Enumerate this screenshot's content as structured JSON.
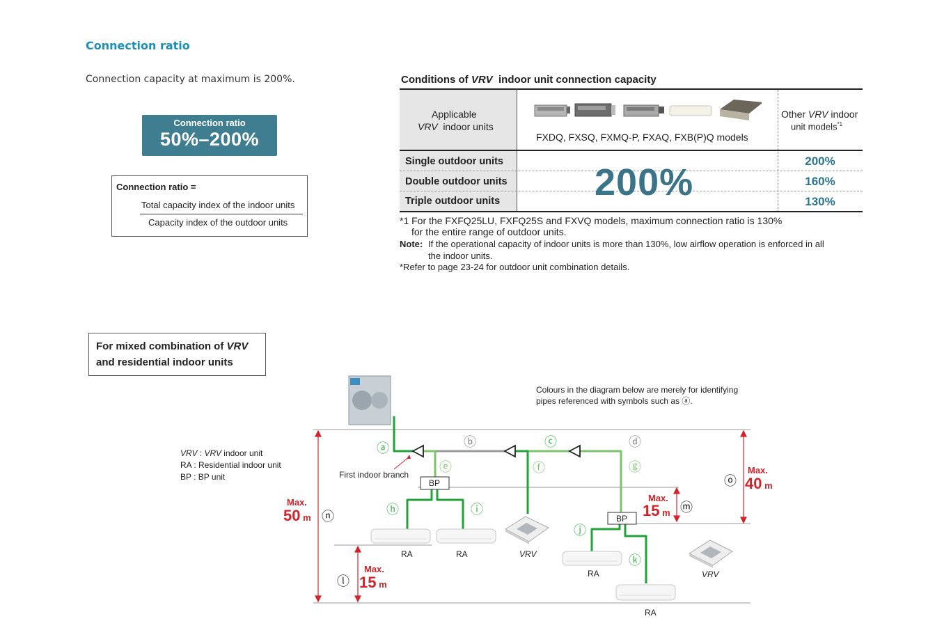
{
  "page": {
    "title": "Connection ratio",
    "intro": "Connection capacity at maximum is 200%."
  },
  "badge": {
    "label": "Connection ratio",
    "value": "50%–200%"
  },
  "formula": {
    "heading": "Connection ratio =",
    "numerator": "Total capacity index of the indoor units",
    "denominator": "Capacity index of the outdoor units"
  },
  "conditions": {
    "title": "Conditions of VRV indoor unit connection capacity",
    "header": {
      "applicable_line1": "Applicable",
      "applicable_line2": "VRV indoor units",
      "models": "FXDQ, FXSQ, FXMQ-P, FXAQ, FXB(P)Q models",
      "other_line1": "Other VRV indoor",
      "other_line2": "unit models*1"
    },
    "rows": [
      {
        "label": "Single outdoor units",
        "other": "200%"
      },
      {
        "label": "Double outdoor units",
        "other": "160%"
      },
      {
        "label": "Triple outdoor units",
        "other": "130%"
      }
    ],
    "main_value": "200%",
    "footnote1_line1": "*1 For the FXFQ25LU, FXFQ25S and FXVQ models, maximum connection ratio is 130%",
    "footnote1_line2": "for the entire range of outdoor units.",
    "note_label": "Note:",
    "note_line1": "If the operational capacity of indoor units is more than 130%, low airflow operation is  enforced in all",
    "note_line2": "the indoor units.",
    "refer": "*Refer to page 23-24 for outdoor unit combination details."
  },
  "mixed": {
    "line1": "For mixed combination of VRV",
    "line2": "and residential indoor units"
  },
  "diagram": {
    "colours_note_line1": "Colours in the diagram below are merely for identifying",
    "colours_note_line2": "pipes referenced with symbols such as ⓐ.",
    "legend": [
      "VRV : VRV indoor unit",
      "RA : Residential indoor unit",
      "BP : BP unit"
    ],
    "first_branch": "First indoor branch",
    "bp_label": "BP",
    "max_label": "Max.",
    "max_50": "50",
    "max_40": "40",
    "max_15": "15",
    "unit_m": "m",
    "symbols": [
      "ⓐ",
      "ⓑ",
      "ⓒ",
      "ⓓ",
      "ⓔ",
      "ⓕ",
      "ⓖ",
      "ⓗ",
      "ⓘ",
      "ⓙ",
      "ⓚ",
      "ⓛ",
      "ⓜ",
      "ⓝ",
      "ⓞ"
    ],
    "unit_labels": {
      "ra": "RA",
      "vrv": "VRV"
    },
    "colors": {
      "green": "#3cb34a",
      "gray": "#9a9a9a",
      "red": "#d2232a",
      "teal": "#1a8fb8"
    }
  }
}
